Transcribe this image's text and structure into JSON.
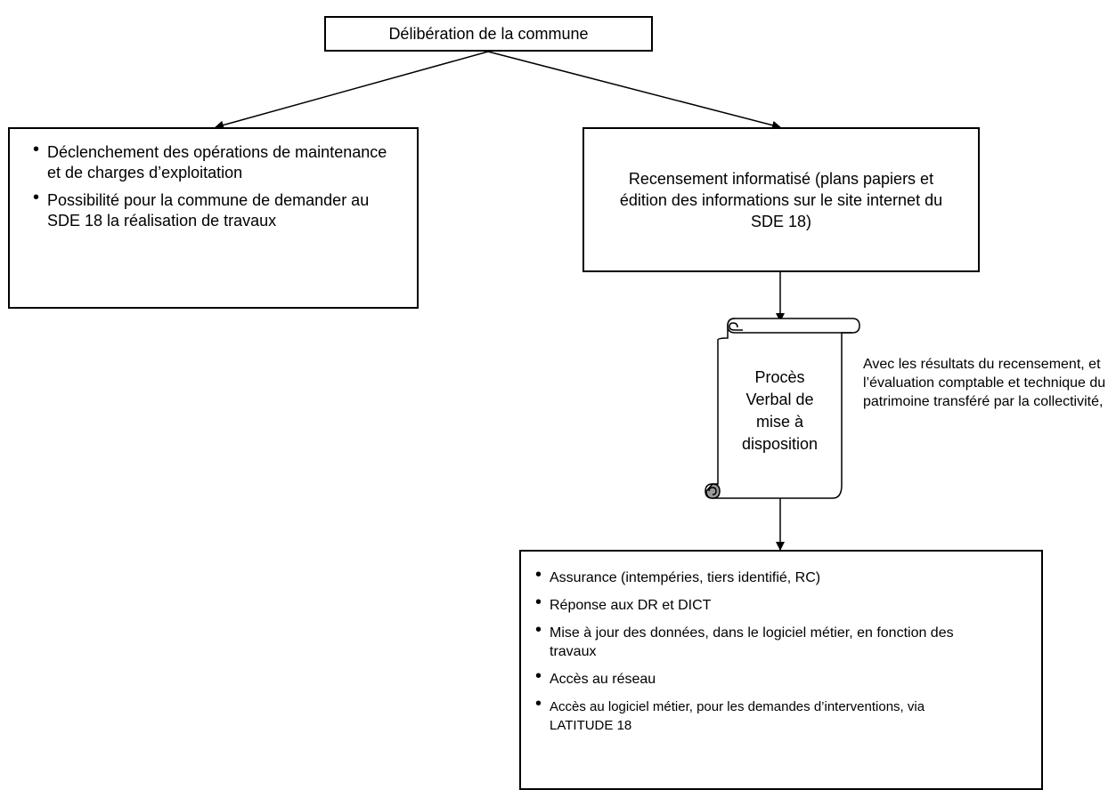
{
  "top_box": {
    "label": "Délibération de la commune"
  },
  "left_box": {
    "items": [
      "Déclenchement des opérations de maintenance et de charges d’exploitation",
      "Possibilité pour la commune de demander au SDE 18 la réalisation de travaux"
    ]
  },
  "right_box": {
    "label": "Recensement informatisé (plans papiers et édition des informations sur le site internet du SDE 18)"
  },
  "scroll": {
    "label": "Procès Verbal de mise à disposition"
  },
  "side_note": {
    "text": "Avec les résultats du recensement, et l’évaluation comptable et technique du patrimoine transféré par la collectivité,"
  },
  "bottom_box": {
    "items": [
      "Assurance (intempéries, tiers identifié, RC)",
      "Réponse aux DR et DICT",
      "Mise à jour des données, dans le logiciel métier, en fonction des travaux",
      "Accès au réseau",
      "Accès au logiciel métier, pour les demandes d’interventions, via LATITUDE 18"
    ]
  }
}
